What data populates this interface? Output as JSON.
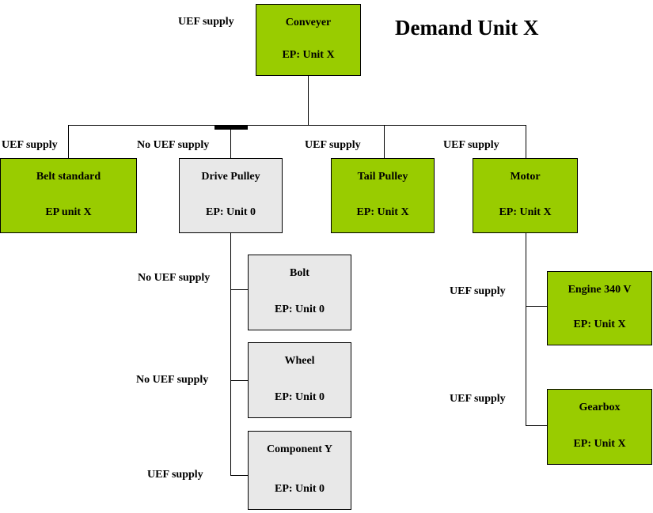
{
  "diagram": {
    "title": "Demand Unit X",
    "colors": {
      "supplied": "#99cc00",
      "not_supplied": "#e8e8e8",
      "line": "#000000",
      "background": "#ffffff"
    },
    "nodes": [
      {
        "id": "conveyer",
        "title": "Conveyer",
        "ep": "EP: Unit X",
        "status": "supplied"
      },
      {
        "id": "belt",
        "title": "Belt standard",
        "ep": "EP unit X",
        "status": "supplied"
      },
      {
        "id": "drive-pulley",
        "title": "Drive Pulley",
        "ep": "EP: Unit 0",
        "status": "not_supplied"
      },
      {
        "id": "tail-pulley",
        "title": "Tail Pulley",
        "ep": "EP: Unit X",
        "status": "supplied"
      },
      {
        "id": "motor",
        "title": "Motor",
        "ep": "EP: Unit X",
        "status": "supplied"
      },
      {
        "id": "bolt",
        "title": "Bolt",
        "ep": "EP: Unit 0",
        "status": "not_supplied"
      },
      {
        "id": "wheel",
        "title": "Wheel",
        "ep": "EP: Unit 0",
        "status": "not_supplied"
      },
      {
        "id": "component-y",
        "title": "Component Y",
        "ep": "EP: Unit 0",
        "status": "not_supplied"
      },
      {
        "id": "engine",
        "title": "Engine 340 V",
        "ep": "EP: Unit X",
        "status": "supplied"
      },
      {
        "id": "gearbox",
        "title": "Gearbox",
        "ep": "EP: Unit X",
        "status": "supplied"
      }
    ],
    "edge_labels": [
      {
        "id": "conveyer",
        "text": "UEF supply"
      },
      {
        "id": "belt",
        "text": "UEF supply"
      },
      {
        "id": "drive-pulley",
        "text": "No UEF supply"
      },
      {
        "id": "tail-pulley",
        "text": "UEF supply"
      },
      {
        "id": "motor",
        "text": "UEF supply"
      },
      {
        "id": "bolt",
        "text": "No UEF supply"
      },
      {
        "id": "wheel",
        "text": "No UEF supply"
      },
      {
        "id": "component-y",
        "text": "UEF supply"
      },
      {
        "id": "engine",
        "text": "UEF supply"
      },
      {
        "id": "gearbox",
        "text": "UEF supply"
      }
    ]
  }
}
